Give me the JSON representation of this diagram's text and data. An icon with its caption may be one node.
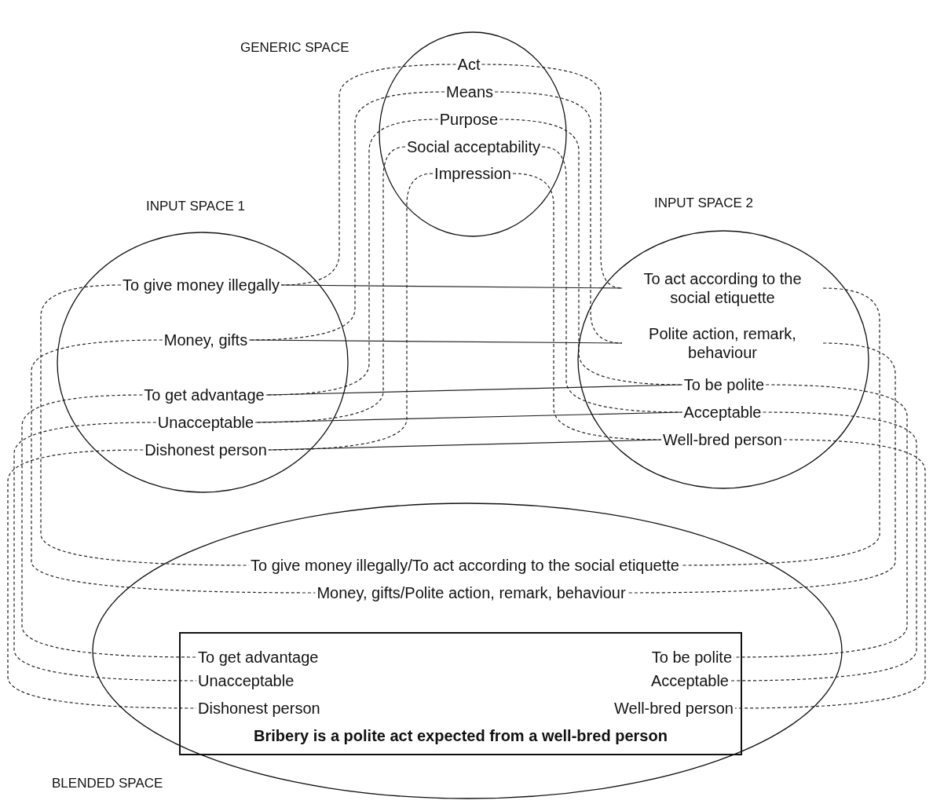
{
  "diagram": {
    "nodes": [
      {
        "text": [
          "GENERIC SPACE"
        ]
      },
      {
        "text": [
          "Act"
        ],
        "in": 0
      },
      {
        "text": [
          "Means"
        ],
        "in": 0
      },
      {
        "text": [
          "Purpose"
        ],
        "in": 0
      },
      {
        "text": [
          "Social acceptability"
        ],
        "in": 0
      },
      {
        "text": [
          "Impression"
        ],
        "in": 0
      },
      {
        "text": [
          "INPUT SPACE 1"
        ]
      },
      {
        "text": [
          "To give money illegally"
        ],
        "in": 6
      },
      {
        "text": [
          "Money, gifts"
        ],
        "in": 6
      },
      {
        "text": [
          "To get advantage"
        ],
        "in": 6
      },
      {
        "text": [
          "Unacceptable"
        ],
        "in": 6
      },
      {
        "text": [
          "Dishonest person"
        ],
        "in": 6
      },
      {
        "text": [
          "INPUT SPACE 2"
        ]
      },
      {
        "text": [
          "To act according to the social etiquette"
        ],
        "in": 12
      },
      {
        "text": [
          "Polite action, remark, behaviour"
        ],
        "in": 12
      },
      {
        "text": [
          "To be polite"
        ],
        "in": 12
      },
      {
        "text": [
          "Acceptable"
        ],
        "in": 12
      },
      {
        "text": [
          "Well-bred person"
        ],
        "in": 12
      },
      {
        "text": [
          "BLENDED SPACE"
        ]
      },
      {
        "text": [
          "To give money illegally/To act according to the social etiquette"
        ],
        "in": 18
      },
      {
        "text": [
          "Money, gifts/Polite action, remark, behaviour"
        ],
        "in": 18
      },
      {
        "text": [
          "Bribery is a polite act expected from a well-bred person"
        ],
        "in": 18
      },
      {
        "text": [
          "To get advantage"
        ],
        "in": 21
      },
      {
        "text": [
          "Unacceptable"
        ],
        "in": 21
      },
      {
        "text": [
          "Dishonest person"
        ],
        "in": 21
      },
      {
        "text": [
          "To be polite"
        ],
        "in": 21
      },
      {
        "text": [
          "Acceptable"
        ],
        "in": 21
      },
      {
        "text": [
          "Well-bred person"
        ],
        "in": 21
      }
    ],
    "edges": [
      {
        "from": 1,
        "to": 7,
        "arrow": "none",
        "style": "dashed"
      },
      {
        "from": 2,
        "to": 8,
        "arrow": "none",
        "style": "dashed"
      },
      {
        "from": 3,
        "to": 9,
        "arrow": "none",
        "style": "dashed"
      },
      {
        "from": 4,
        "to": 10,
        "arrow": "none",
        "style": "dashed"
      },
      {
        "from": 5,
        "to": 11,
        "arrow": "none",
        "style": "dashed"
      },
      {
        "from": 1,
        "to": 13,
        "arrow": "none",
        "style": "dashed"
      },
      {
        "from": 2,
        "to": 14,
        "arrow": "none",
        "style": "dashed"
      },
      {
        "from": 3,
        "to": 15,
        "arrow": "none",
        "style": "dashed"
      },
      {
        "from": 4,
        "to": 16,
        "arrow": "none",
        "style": "dashed"
      },
      {
        "from": 5,
        "to": 17,
        "arrow": "none",
        "style": "dashed"
      },
      {
        "from": 7,
        "to": 13,
        "arrow": "none"
      },
      {
        "from": 8,
        "to": 14,
        "arrow": "none"
      },
      {
        "from": 9,
        "to": 15,
        "arrow": "none"
      },
      {
        "from": 10,
        "to": 16,
        "arrow": "none"
      },
      {
        "from": 11,
        "to": 17,
        "arrow": "none"
      },
      {
        "from": 7,
        "to": 19,
        "arrow": "none",
        "style": "dashed"
      },
      {
        "from": 8,
        "to": 20,
        "arrow": "none",
        "style": "dashed"
      },
      {
        "from": 9,
        "to": 22,
        "arrow": "none",
        "style": "dashed"
      },
      {
        "from": 10,
        "to": 23,
        "arrow": "none",
        "style": "dashed"
      },
      {
        "from": 11,
        "to": 24,
        "arrow": "none",
        "style": "dashed"
      },
      {
        "from": 13,
        "to": 19,
        "arrow": "none",
        "style": "dashed"
      },
      {
        "from": 14,
        "to": 20,
        "arrow": "none",
        "style": "dashed"
      },
      {
        "from": 15,
        "to": 25,
        "arrow": "none",
        "style": "dashed"
      },
      {
        "from": 16,
        "to": 26,
        "arrow": "none",
        "style": "dashed"
      },
      {
        "from": 17,
        "to": 27,
        "arrow": "none",
        "style": "dashed"
      }
    ]
  }
}
